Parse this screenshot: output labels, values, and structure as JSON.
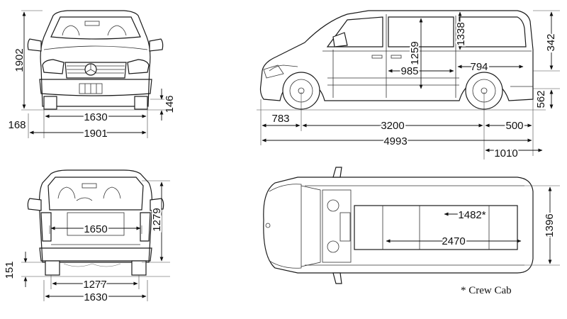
{
  "views": {
    "front": {
      "height": "1902",
      "ground_clearance": "146",
      "track": "1630",
      "overhang_side": "168",
      "width": "1901"
    },
    "side": {
      "interior_height": "1259",
      "roof_height": "1338",
      "rear_top": "342",
      "front_seat_to_partition": "985",
      "rear_opening": "794",
      "floor_height": "562",
      "front_overhang": "783",
      "wheelbase": "3200",
      "rear_overhang": "500",
      "overall_length": "4993",
      "rear_opening_length": "1010"
    },
    "rear": {
      "load_width": "1650",
      "opening_height": "1279",
      "step_height": "151",
      "opening_width": "1277",
      "track": "1630"
    },
    "top": {
      "crew_length": "1482*",
      "cargo_length": "2470",
      "interior_width": "1396"
    }
  },
  "footnote": "* Crew Cab"
}
